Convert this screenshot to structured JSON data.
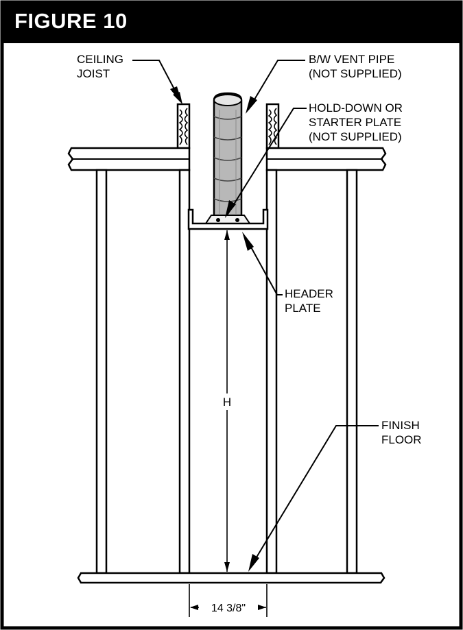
{
  "figure": {
    "title": "FIGURE 10"
  },
  "labels": {
    "ceiling_joist": [
      "CEILING",
      "JOIST"
    ],
    "vent_pipe": [
      "B/W VENT PIPE",
      "(NOT SUPPLIED)"
    ],
    "hold_down": [
      "HOLD-DOWN OR",
      "STARTER PLATE",
      "(NOT SUPPLIED)"
    ],
    "header_plate": [
      "HEADER",
      "PLATE"
    ],
    "finish_floor": [
      "FINISH",
      "FLOOR"
    ],
    "height": "H",
    "width": "14 3/8\""
  },
  "colors": {
    "frame": "#000000",
    "header_bg": "#000000",
    "pipe": "#b8b8b8",
    "plate": "#f2f2f2"
  }
}
